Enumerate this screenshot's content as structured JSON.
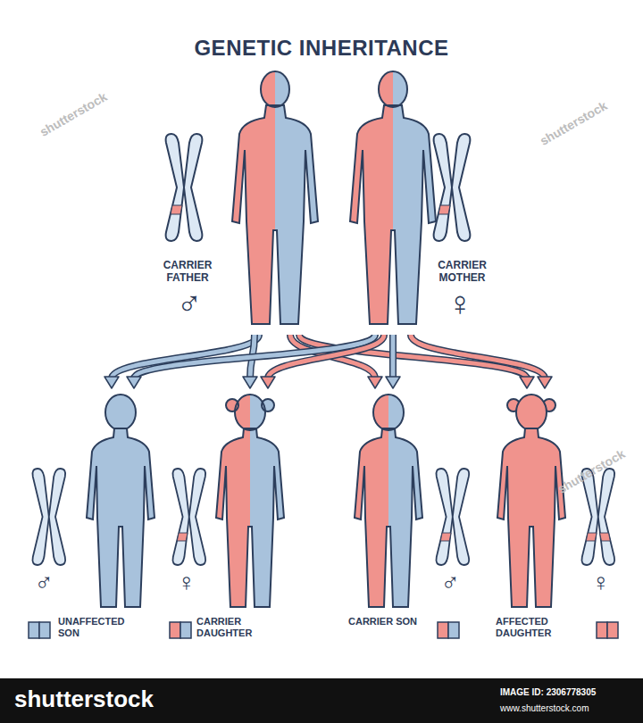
{
  "diagram": {
    "title": "GENETIC INHERITANCE",
    "nodes": [
      {
        "text": [
          "CARRIER FATHER",
          "♂"
        ]
      },
      {
        "text": [
          "CARRIER MOTHER",
          "♀"
        ]
      },
      {
        "text": [
          "UNAFFECTED SON",
          "♂"
        ]
      },
      {
        "text": [
          "CARRIER DAUGHTER",
          "♀"
        ]
      },
      {
        "text": [
          "CARRIER SON",
          "♂"
        ]
      },
      {
        "text": [
          "AFFECTED DAUGHTER",
          "♀"
        ]
      }
    ],
    "edges": [
      {
        "from": 0,
        "to": 2,
        "arrow": "to"
      },
      {
        "from": 0,
        "to": 3,
        "arrow": "to"
      },
      {
        "from": 0,
        "to": 4,
        "arrow": "to"
      },
      {
        "from": 0,
        "to": 5,
        "arrow": "to"
      },
      {
        "from": 1,
        "to": 2,
        "arrow": "to"
      },
      {
        "from": 1,
        "to": 3,
        "arrow": "to"
      },
      {
        "from": 1,
        "to": 4,
        "arrow": "to"
      },
      {
        "from": 1,
        "to": 5,
        "arrow": "to"
      }
    ],
    "labels": [
      "shutterstock",
      "shutterstock",
      "shutterstock",
      "shutterstock",
      "IMAGE ID: 2306778305",
      "www.shutterstock.com"
    ]
  }
}
